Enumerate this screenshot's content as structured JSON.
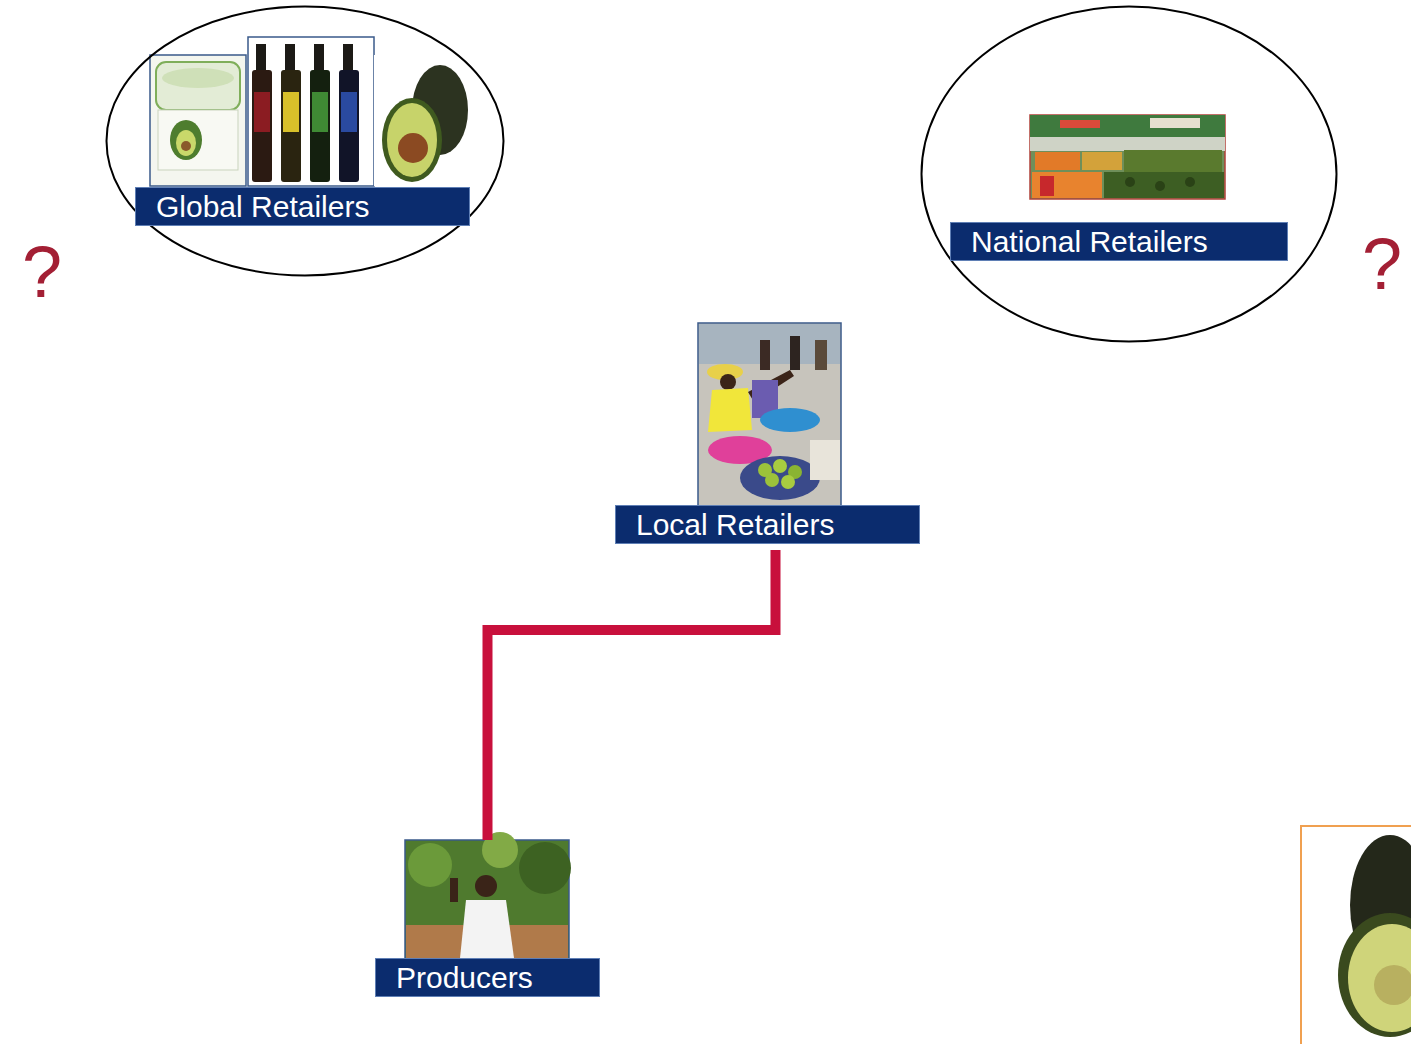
{
  "diagram": {
    "nodes": [
      {
        "text": [
          "Global Retailers"
        ]
      },
      {
        "text": [
          "National Retailers"
        ]
      },
      {
        "text": [
          "Local Retailers"
        ]
      },
      {
        "text": [
          "Producers"
        ]
      }
    ],
    "edges": [
      {
        "from": 2,
        "to": 3,
        "arrow": "none"
      }
    ],
    "labels": [
      "?",
      "?"
    ]
  }
}
